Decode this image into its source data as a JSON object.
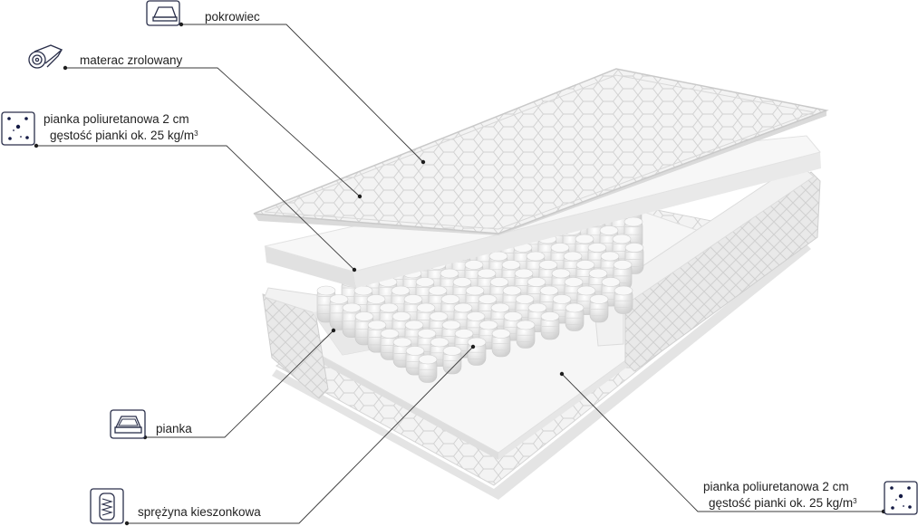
{
  "labels": {
    "cover": "pokrowiec",
    "rolled": "materac zrolowany",
    "foam_top_line1": "pianka  poliuretanowa 2 cm",
    "foam_top_line2": "gęstość pianki ok. 25 kg/m",
    "foam_top_sup": "3",
    "foam_side": "pianka",
    "spring": "sprężyna kieszonkowa",
    "foam_bottom_line1": "pianka  poliuretanowa 2 cm",
    "foam_bottom_line2": "gęstość pianki ok. 25 kg/m",
    "foam_bottom_sup": "3"
  },
  "colors": {
    "line": "#3a3a3a",
    "icon": "#2a2f4a",
    "foam": "#f4f4f4",
    "fabric": "#ececec",
    "spring": "#e2e2e2"
  }
}
